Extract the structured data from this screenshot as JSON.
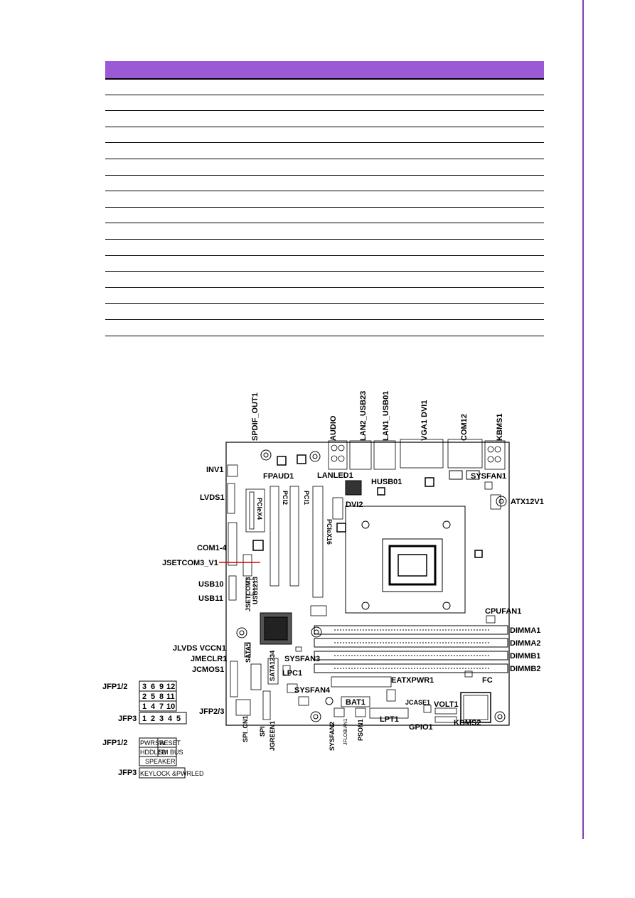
{
  "page": {
    "accent_color": "#9b59d6",
    "side_rule_color": "#7b3fb5"
  },
  "table": {
    "empty_rows": 17
  },
  "connectors_top": [
    {
      "id": "spdif",
      "text": "SPDIF_OUT1"
    },
    {
      "id": "audio",
      "text": "AUDIO"
    },
    {
      "id": "lan2",
      "text": "LAN2_USB23"
    },
    {
      "id": "lan1",
      "text": "LAN1_USB01"
    },
    {
      "id": "vga",
      "text": "VGA1 DVI1"
    },
    {
      "id": "com12",
      "text": "COM12"
    },
    {
      "id": "kbms1",
      "text": "KBMS1"
    }
  ],
  "labels": {
    "inv1": "INV1",
    "lvds1": "LVDS1",
    "com14": "COM1-4",
    "jsetcom3v1": "JSETCOM3_V1",
    "usb10": "USB10",
    "usb11": "USB11",
    "jlvds": "JLVDS VCCN1",
    "jmeclr": "JMECLR1",
    "jcmos": "JCMOS1",
    "jfp23": "JFP2/3",
    "fpaud1": "FPAUD1",
    "lanled1": "LANLED1",
    "husb01": "HUSB01",
    "dvi2": "DVI2",
    "sysfan1": "SYSFAN1",
    "atx12v1": "ATX12V1",
    "cpufan1": "CPUFAN1",
    "dimma1": "DIMMA1",
    "dimma2": "DIMMA2",
    "dimmb1": "DIMMB1",
    "dimmb2": "DIMMB2",
    "sysfan3": "SYSFAN3",
    "lpc1": "LPC1",
    "sysfan4": "SYSFAN4",
    "eatxpwr1": "EATXPWR1",
    "bat1": "BAT1",
    "jcase1": "JCASE1",
    "volt1": "VOLT1",
    "lpt1": "LPT1",
    "gpio1": "GPIO1",
    "kbms2": "KBMS2",
    "pcie4": "PCIeX4",
    "pci2": "PCI2",
    "pci1": "PCI1",
    "pcie16": "PCIeX16",
    "jsetcom3": "JSETCOM3",
    "usb1213": "USB1213",
    "sata5": "SATA5",
    "sata1234": "SATA1234",
    "spi": "SPI",
    "jgreen1": "JGREEN1",
    "sysfan2": "SYSFAN2",
    "jfilter": "JFLOBIAN1",
    "pson1": "PSON1",
    "spi_cn": "SPI_CN1",
    "fc": "FC"
  },
  "pin_key": {
    "title1": "JFP1/2",
    "row1": [
      "3",
      "6",
      "9",
      "12"
    ],
    "row2": [
      "2",
      "5",
      "8",
      "11"
    ],
    "row3": [
      "1",
      "4",
      "7",
      "10"
    ],
    "title2": "JFP3",
    "row4": [
      "1",
      "2",
      "3",
      "4",
      "5"
    ]
  },
  "func_key": {
    "title1": "JFP1/2",
    "pwrsw": "PWRSW",
    "reset": "RESET",
    "hddled": "HDDLED",
    "smbus": "SM BUS",
    "speaker": "SPEAKER",
    "title2": "JFP3",
    "keylock": "KEYLOCK &PWRLED"
  }
}
